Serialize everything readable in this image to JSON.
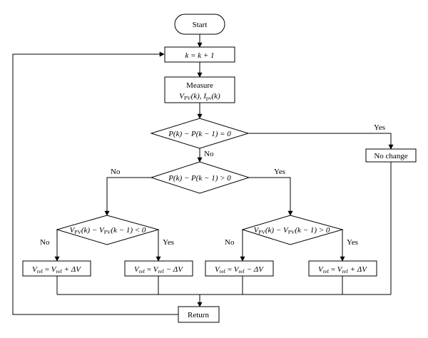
{
  "nodes": {
    "start": "Start",
    "increment": "k = k + 1",
    "measure_title": "Measure",
    "measure_vars": {
      "v": "V",
      "v_sub": "PV",
      "v_arg": "(k), ",
      "i": "I",
      "i_sub": "pv",
      "i_arg": "(k)"
    },
    "cond1": "P(k) − P(k − 1) = 0",
    "cond2": "P(k) − P(k − 1) > 0",
    "cond3": {
      "a": "V",
      "a_sub": "PV",
      "b": "(k) − ",
      "c": "V",
      "c_sub": "PV",
      "d": "(k − 1) < 0"
    },
    "cond4": {
      "a": "V",
      "a_sub": "PV",
      "b": "(k) − ",
      "c": "V",
      "c_sub": "PV",
      "d": "(k − 1) > 0"
    },
    "no_change": "No change",
    "act_plus_1": {
      "v": "V",
      "sub": "ref",
      "rest1": " = ",
      "v2": "V",
      "sub2": "ref",
      "rest2": " + ΔV"
    },
    "act_minus_1": {
      "v": "V",
      "sub": "ref",
      "rest1": " = ",
      "v2": "V",
      "sub2": "ref",
      "rest2": " − ΔV"
    },
    "act_minus_2": {
      "v": "V",
      "sub": "ref",
      "rest1": " = ",
      "v2": "V",
      "sub2": "ref",
      "rest2": " − ΔV"
    },
    "act_plus_2": {
      "v": "V",
      "sub": "ref",
      "rest1": " = ",
      "v2": "V",
      "sub2": "ref",
      "rest2": " + ΔV"
    },
    "return": "Return"
  },
  "edge_labels": {
    "yes_1": "Yes",
    "no_1": "No",
    "no_2": "No",
    "yes_2": "Yes",
    "no_3": "No",
    "yes_3": "Yes",
    "no_4": "No",
    "yes_4": "Yes"
  }
}
